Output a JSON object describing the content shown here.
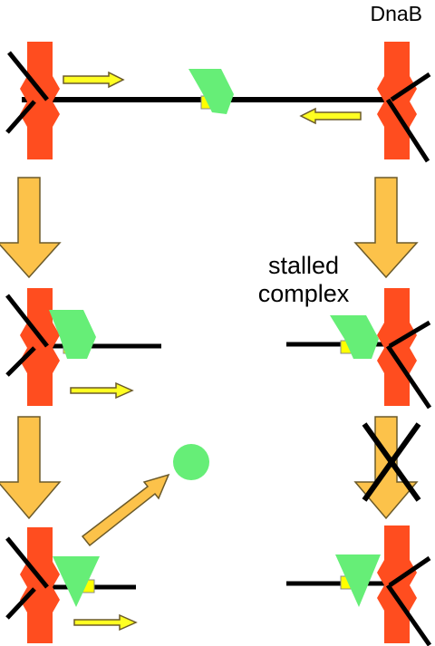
{
  "labels": {
    "dnab": "DnaB",
    "stalled_line1": "stalled",
    "stalled_line2": "complex"
  },
  "colors": {
    "helicase": "#ff4d1f",
    "tus": "#66ee77",
    "ter": "#ffff00",
    "dna": "#000000",
    "step_arrow": "#fcc24a",
    "direction_arrow": "#ffff22",
    "arrow_outline": "#6b5a2a"
  },
  "icons": {
    "helicase": "helicase-shape",
    "tus": "tus-protein-shape",
    "block": "x-cross-icon"
  }
}
